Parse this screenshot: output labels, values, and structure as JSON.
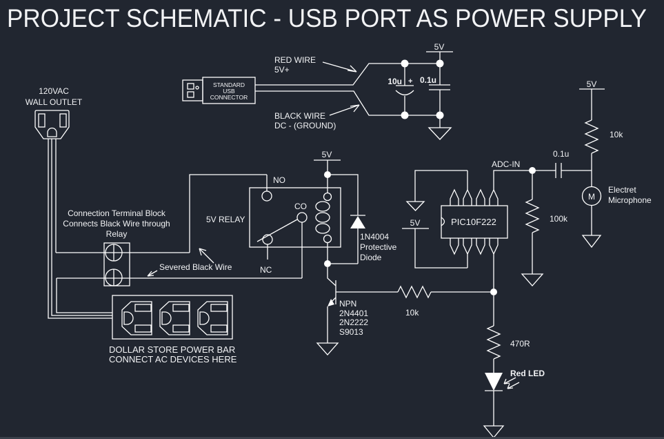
{
  "title": "PROJECT SCHEMATIC - USB PORT AS POWER SUPPLY",
  "colors": {
    "background": "#212630",
    "line": "#ffffff",
    "text": "#f2f3f5"
  },
  "wall_outlet": {
    "line1": "120VAC",
    "line2": "WALL OUTLET"
  },
  "usb": {
    "box_line1": "STANDARD",
    "box_line2": "USB",
    "box_line3": "CONNECTOR",
    "red1": "RED WIRE",
    "red2": "5V+",
    "black1": "BLACK WIRE",
    "black2": "DC - (GROUND)",
    "rail": "5V",
    "cap_electrolytic": "10u",
    "plus": "+",
    "cap_ceramic": "0.1u"
  },
  "relay": {
    "rail": "5V",
    "name": "5V RELAY",
    "no": "NO",
    "co": "CO",
    "nc": "NC",
    "diode1": "1N4004",
    "diode2": "Protective",
    "diode3": "Diode"
  },
  "terminal": {
    "line1": "Connection Terminal Block",
    "line2": "Connects Black Wire through",
    "line3": "Relay",
    "severed": "Severed Black Wire"
  },
  "power_bar": {
    "line1": "DOLLAR STORE POWER BAR",
    "line2": "CONNECT AC DEVICES HERE"
  },
  "transistor": {
    "t1": "NPN",
    "t2": "2N4401",
    "t3": "2N2222",
    "t4": "S9013",
    "r_base": "10k"
  },
  "mcu": {
    "rail": "5V",
    "name": "PIC10F222",
    "adc": "ADC-IN",
    "cap": "0.1u",
    "r_pulldown": "100k"
  },
  "mic": {
    "rail": "5V",
    "r_pullup": "10k",
    "m": "M",
    "line1": "Electret",
    "line2": "Microphone"
  },
  "led": {
    "resistor": "470R",
    "label": "Red LED"
  }
}
